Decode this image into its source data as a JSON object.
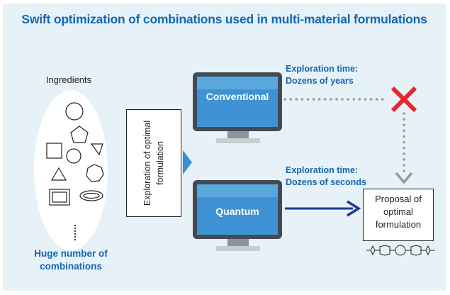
{
  "title": "Swift optimization of combinations used in multi-material formulations",
  "ingredients": {
    "label": "Ingredients",
    "footer_line1": "Huge number of",
    "footer_line2": "combinations"
  },
  "exploration_box": {
    "line1": "Exploration of optimal",
    "line2": "formulation"
  },
  "conventional": {
    "screen_label": "Conventional",
    "time_line1": "Exploration time:",
    "time_line2": "Dozens of years"
  },
  "quantum": {
    "screen_label": "Quantum",
    "time_line1": "Exploration time:",
    "time_line2": "Dozens of seconds"
  },
  "proposal": {
    "line1": "Proposal of",
    "line2": "optimal",
    "line3": "formulation"
  },
  "colors": {
    "title_blue": "#1467b0",
    "background": "#e7f1f8",
    "screen_blue": "#3b8fd0",
    "arrow_navy": "#1a3a93",
    "dotted_gray": "#9a9a9a",
    "cross_red": "#e8262a"
  },
  "icons": [
    "circle",
    "pentagon",
    "triangle",
    "square",
    "heptagon",
    "rectangle",
    "ellipse",
    "triangle-right-arrow",
    "cross-icon",
    "molecule-chain-icon"
  ]
}
